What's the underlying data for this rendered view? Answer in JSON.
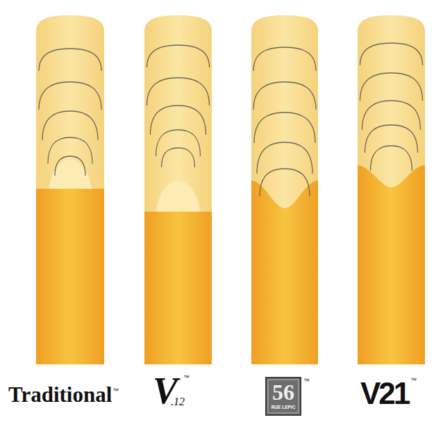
{
  "diagram": {
    "labels": [
      "Traditional",
      "™",
      "V",
      ".12",
      "™",
      "56",
      "RUE LEPIC",
      "™",
      "V21",
      "™"
    ]
  }
}
